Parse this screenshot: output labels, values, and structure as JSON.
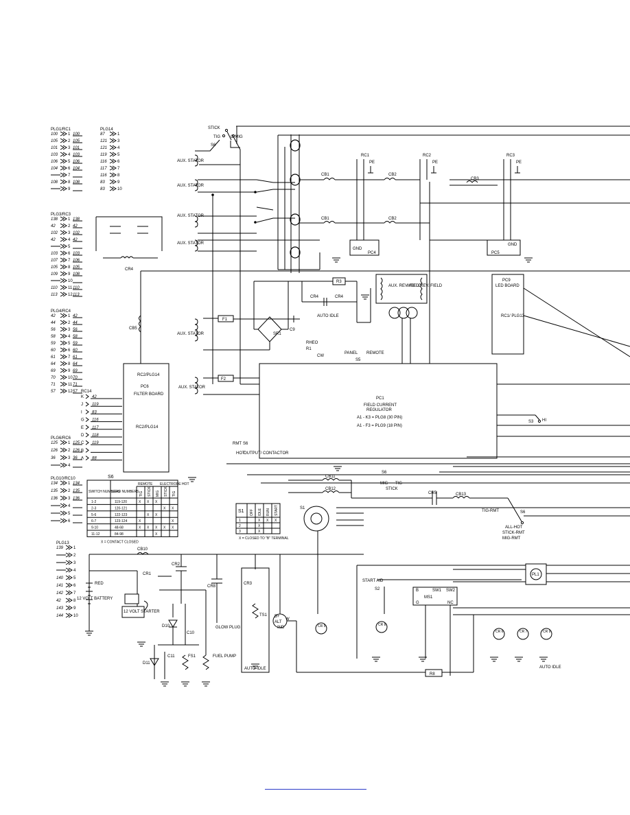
{
  "plugs": {
    "plg1": {
      "title": "PLG1/RC1",
      "pins": [
        [
          "100",
          "1",
          "100"
        ],
        [
          "105",
          "2",
          "105"
        ],
        [
          "101",
          "3",
          "101"
        ],
        [
          "103",
          "4",
          "103"
        ],
        [
          "106",
          "5",
          "106"
        ],
        [
          "104",
          "6",
          "104"
        ],
        [
          "",
          "7",
          ""
        ],
        [
          "108",
          "8",
          "108"
        ],
        [
          "",
          "9",
          ""
        ]
      ]
    },
    "plg14": {
      "title": "PLG14",
      "pins": [
        [
          "87",
          "1"
        ],
        [
          "121",
          "3"
        ],
        [
          "121",
          "4"
        ],
        [
          "119",
          "5"
        ],
        [
          "116",
          "6"
        ],
        [
          "117",
          "7"
        ],
        [
          "116",
          "8"
        ],
        [
          "83",
          "9"
        ],
        [
          "83",
          "10"
        ]
      ]
    },
    "plg3": {
      "title": "PLG3/RC3",
      "pins": [
        [
          "138",
          "1",
          "138"
        ],
        [
          "42",
          "2",
          "42"
        ],
        [
          "102",
          "3",
          "102"
        ],
        [
          "42",
          "4",
          "42"
        ],
        [
          "",
          "5",
          ""
        ],
        [
          "103",
          "6",
          "103"
        ],
        [
          "107",
          "7",
          "106"
        ],
        [
          "105",
          "8",
          "105"
        ],
        [
          "109",
          "9",
          "108"
        ],
        [
          "",
          "10",
          ""
        ],
        [
          "110",
          "11",
          "110"
        ],
        [
          "113",
          "12",
          "113"
        ]
      ]
    },
    "plg4": {
      "title": "PLG4/RC4",
      "pins": [
        [
          "42",
          "1",
          "42"
        ],
        [
          "44",
          "2",
          "44"
        ],
        [
          "56",
          "3",
          "56"
        ],
        [
          "58",
          "4",
          "58"
        ],
        [
          "59",
          "5",
          "59"
        ],
        [
          "60",
          "6",
          "60"
        ],
        [
          "61",
          "7",
          "61"
        ],
        [
          "64",
          "8",
          "64"
        ],
        [
          "69",
          "9",
          "69"
        ],
        [
          "70",
          "10",
          "70"
        ],
        [
          "71",
          "11",
          "71"
        ],
        [
          "57",
          "12",
          "57"
        ]
      ]
    },
    "plg6": {
      "title": "PLG6/RC6",
      "pins": [
        [
          "125",
          "1",
          "125"
        ],
        [
          "126",
          "2",
          "126"
        ],
        [
          "36",
          "3",
          "36"
        ],
        [
          "",
          "4",
          ""
        ]
      ]
    },
    "plg10": {
      "title": "PLG10/RC10",
      "pins": [
        [
          "134",
          "1",
          "134"
        ],
        [
          "135",
          "2",
          "135"
        ],
        [
          "136",
          "3",
          "136"
        ],
        [
          "",
          "4",
          ""
        ],
        [
          "",
          "5",
          ""
        ],
        [
          "",
          "6",
          ""
        ]
      ]
    },
    "plg13": {
      "title": "PLG13",
      "pins": [
        [
          "139",
          "1"
        ],
        [
          "",
          "2"
        ],
        [
          "",
          "3"
        ],
        [
          "",
          "4"
        ],
        [
          "140",
          "5"
        ],
        [
          "141",
          "6"
        ],
        [
          "142",
          "7"
        ],
        [
          "42",
          "8"
        ],
        [
          "143",
          "9"
        ],
        [
          "144",
          "10"
        ]
      ]
    },
    "rc14": {
      "title": "RC14",
      "pins": [
        [
          "K",
          "42"
        ],
        [
          "J",
          "119"
        ],
        [
          "I",
          "83"
        ],
        [
          "G",
          "116"
        ],
        [
          "E",
          "117"
        ],
        [
          "D",
          "118"
        ],
        [
          "C",
          "119"
        ],
        [
          "B",
          "",
          ""
        ],
        [
          "A",
          "88"
        ]
      ]
    }
  },
  "components": {
    "aux_stator": "AUX. STATOR",
    "pc1": {
      "title": "PC1",
      "line1": "FIELD CURRENT",
      "line2": "REGULATOR",
      "map1": "A1 - K3 = PLG8 (30 PIN)",
      "map2": "A1 - F3 = PLG9 (18 PIN)"
    },
    "pc6": {
      "title": "PC6",
      "subtitle": "FILTER BOARD",
      "port": "RC2/PLG14"
    },
    "pc9": {
      "title": "PC9",
      "subtitle": "LED BOARD",
      "port": "RC1/ PLG13"
    },
    "pc4": "PC4",
    "pc5": "PC5",
    "gnd": "GND",
    "sr1": "SR1",
    "cb5": "CB5",
    "cr4": "CR4",
    "cr4_b": "CR4",
    "cr4_c": "CR4",
    "auto_idle": "AUTO IDLE",
    "r3": "R3",
    "rheo": "RHEO",
    "r1": "R1",
    "cw": "CW",
    "panel": "PANEL",
    "remote": "REMOTE",
    "s5": "S5",
    "aux_rev": "AUX. REV. FIELD",
    "weld_rev": "WELD REV. FIELD",
    "f1": "F1",
    "f2": "F2",
    "c9": "C9",
    "s6": "S6",
    "s3": "S3",
    "hi": "HI",
    "output_contactor": "OUTPUT/ CONTACTOR",
    "rmt": "RMT",
    "hot": "HOT",
    "mig": "MIG",
    "stick": "STICK",
    "tig": "TIG",
    "stick_top": "STICK",
    "tig_top": "TIG",
    "mig_top": "O MIG",
    "cb1": "CB1",
    "cb1b": "CB1",
    "cb2": "CB2",
    "cb2b": "CB2",
    "cb3": "CB3",
    "cb10": "CB10",
    "cb11": "CB11",
    "cb12": "CB12",
    "cb13": "CB13",
    "rc1": "RC1",
    "rc2": "RC2",
    "rc3": "RC3",
    "pe": "PE",
    "l": "L",
    "s1": "S1",
    "cr5": "CR5",
    "tig_rmt": "TIG-RMT",
    "s6b": "S6",
    "all_hot": "ALL-HOT",
    "stick_rmt": "STICK-RMT",
    "mig_rmt": "MIG-RMT",
    "battery": "12 VOLT BATTERY",
    "red": "RED",
    "starter": "12 VOLT STARTER",
    "cr1": "CR1",
    "cr2": "CR2",
    "cr8": "CR8",
    "cr3": "CR3",
    "ts1": "TS1",
    "d10": "D10",
    "c10": "C10",
    "d11": "D11",
    "c11": "C11",
    "fs1": "FS1",
    "fuel_pump": "FUEL PUMP",
    "glow_plug": "GLOW PLUG",
    "alt": "ALT",
    "bplus": "B+",
    "ind": "IND",
    "w": "W",
    "start_aid": "START AID",
    "s2": "S2",
    "ms1": "MS1",
    "sw1": "SW1",
    "sw2": "SW2",
    "pl1": "PL1",
    "r8": "R8",
    "b": "B",
    "g": "G",
    "nc": "NC",
    "auto_idle2": "AUTO IDLE",
    "cr_a": "CR 6",
    "cr_b": "CR 7",
    "cr_c": "CR 8",
    "cr_d": "CR 9",
    "cr_e": "CR 5"
  },
  "tables": {
    "s6": {
      "title": "S6",
      "head_remote": "REMOTE",
      "head_electrode": "ELECTRODE HOT",
      "col1": "SWITCH NUMBERS",
      "col2": "LEAD NUMBERS",
      "sub": [
        "TIG",
        "STICK",
        "MIG",
        "STICK",
        "TIG"
      ],
      "rows": [
        [
          "1-2",
          "119-120",
          "X",
          "X",
          "X",
          "",
          ""
        ],
        [
          "2-3",
          "120-121",
          "",
          "",
          "",
          "X",
          "X"
        ],
        [
          "5-6",
          "122-123",
          "",
          "X",
          "X",
          "",
          ""
        ],
        [
          "6-7",
          "123-124",
          "X",
          "",
          "",
          "",
          "X"
        ],
        [
          "9-10",
          "48-68",
          "X",
          "X",
          "X",
          "X",
          "X"
        ],
        [
          "11-12",
          "84-98",
          "",
          "",
          "X",
          "",
          ""
        ]
      ],
      "note": "X = CONTACT CLOSED"
    },
    "s1": {
      "title": "S1",
      "cols": [
        "OFF",
        "IDLE",
        "RUN",
        "START"
      ],
      "rows": [
        [
          "1",
          "",
          "X",
          "X",
          "X"
        ],
        [
          "2",
          "",
          "X",
          "",
          ""
        ],
        [
          "3",
          "",
          "X",
          "",
          ""
        ]
      ],
      "note": "X = CLOSED TO \"B\" TERMINAL"
    }
  }
}
